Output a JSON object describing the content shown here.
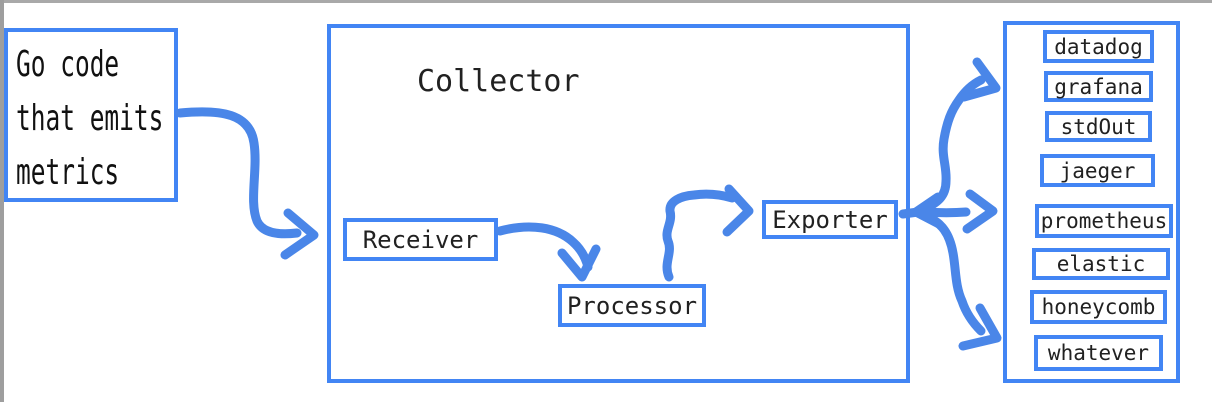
{
  "diagram": {
    "source": {
      "lines": [
        "Go code",
        "that emits",
        "metrics"
      ]
    },
    "collector": {
      "title": "Collector",
      "stages": [
        {
          "label": "Receiver"
        },
        {
          "label": "Processor"
        },
        {
          "label": "Exporter"
        }
      ]
    },
    "destinations": {
      "items": [
        "datadog",
        "grafana",
        "stdOut",
        "jaeger",
        "prometheus",
        "elastic",
        "honeycomb",
        "whatever"
      ]
    },
    "colors": {
      "box_border_blue": "#4285f4",
      "arrow_blue": "#4a86e8",
      "text": "#212121",
      "frame_gray": "#a9a9a9"
    }
  }
}
